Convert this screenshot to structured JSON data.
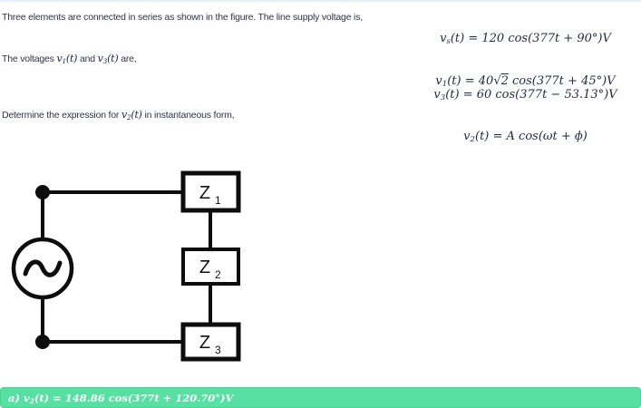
{
  "page": {
    "background_color": "#ffffff",
    "top_strip_color": "#e8f0fb"
  },
  "question": {
    "line1": "Three elements are connected in series as shown in the figure. The line supply voltage is,",
    "line2": {
      "pre": "The voltages ",
      "m1": {
        "var": "v",
        "sub": "1",
        "paren": "(t)"
      },
      "mid": " and ",
      "m2": {
        "var": "v",
        "sub": "3",
        "paren": "(t)"
      },
      "post": " are,"
    },
    "line3": {
      "pre": "Determine the expression for ",
      "m": {
        "var": "v",
        "sub": "2",
        "paren": "(t)"
      },
      "post": " in instantaneous form,"
    }
  },
  "formulas": {
    "vs": {
      "var": "v",
      "sub": "s",
      "body": "(t) = 120 cos(377t + 90°)V"
    },
    "v1": {
      "var": "v",
      "sub": "1",
      "body1": "(t) = 40",
      "root": "√",
      "rootarg": "2",
      "body2": " cos(377t + 45°)V"
    },
    "v3": {
      "var": "v",
      "sub": "3",
      "body": "(t) = 60 cos(377t − 53.13°)V"
    },
    "v2": {
      "var": "v",
      "sub": "2",
      "body": "(t) = A cos(ωt + ϕ)"
    }
  },
  "circuit": {
    "source_icon": "ac-sine-source",
    "line_color": "#0d0d0d",
    "boxes": [
      {
        "base": "Z",
        "sub": "1"
      },
      {
        "base": "Z",
        "sub": "2"
      },
      {
        "base": "Z",
        "sub": "3"
      }
    ]
  },
  "answer": {
    "prefix": "a) ",
    "var": "v",
    "sub": "2",
    "body": "(t) = 148.86 cos(377t + 120.70°)V",
    "bar_color": "#56e1a3",
    "text_color": "#ffffff"
  }
}
